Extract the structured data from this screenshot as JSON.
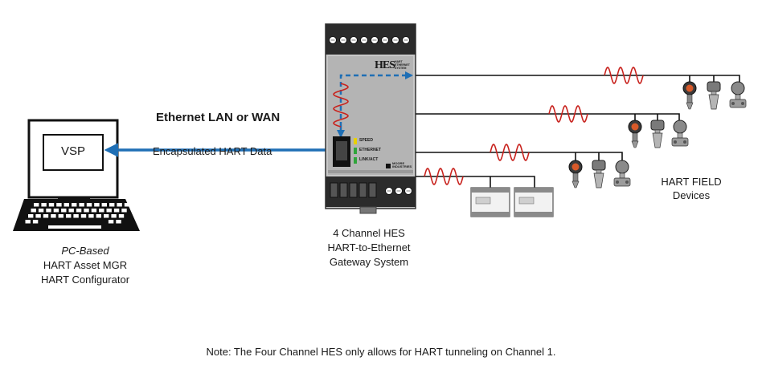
{
  "network": {
    "title": "Ethernet LAN or WAN",
    "data_label": "Encapsulated HART Data"
  },
  "pc": {
    "screen_label": "VSP",
    "caption_italic": "PC-Based",
    "caption_line1": "HART Asset MGR",
    "caption_line2": "HART Configurator"
  },
  "gateway": {
    "logo": "HES",
    "logo_sub1": "HART",
    "logo_sub2": "ETHERNET",
    "logo_sub3": "SYSTEM",
    "led_speed": "SPEED",
    "led_ethernet": "ETHERNET",
    "led_link": "LINK/ACT",
    "brand1": "MOORE",
    "brand2": "INDUSTRIES",
    "caption_line1": "4 Channel HES",
    "caption_line2": "HART-to-Ethernet",
    "caption_line3": "Gateway System"
  },
  "field": {
    "caption_line1": "HART FIELD",
    "caption_line2": "Devices"
  },
  "note": "Note: The Four Channel HES only allows for HART tunneling on Channel 1.",
  "colors": {
    "arrow_blue": "#1f6fb5",
    "hart_wave_red": "#c8231e",
    "device_casing": "#4a4a4a",
    "panel_gray": "#bfbfbf"
  }
}
